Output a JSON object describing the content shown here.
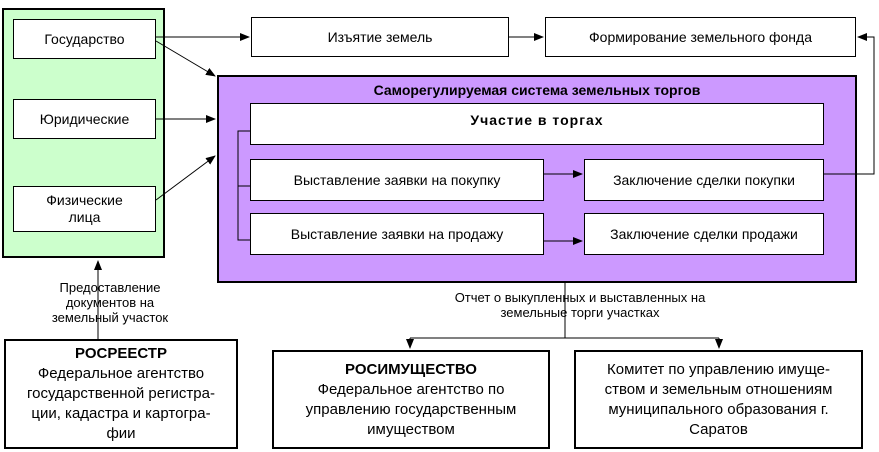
{
  "participants": {
    "state": "Государство",
    "legal": "Юридические",
    "physical": "Физические\nлица"
  },
  "top": {
    "seizure": "Изъятие земель",
    "fund": "Формирование земельного фонда"
  },
  "system": {
    "title": "Саморегулируемая система земельных торгов",
    "participation": "Участие в торгах",
    "bid_buy": "Выставление заявки на покупку",
    "bid_sell": "Выставление заявки на продажу",
    "deal_buy": "Заключение сделки покупки",
    "deal_sell": "Заключение сделки продажи"
  },
  "labels": {
    "documents": "Предоставление\nдокументов на\nземельный участок",
    "report": "Отчет о выкупленных и выставленных на\nземельные торги участках"
  },
  "agencies": {
    "rosreestr_title": "РОСРЕЕСТР",
    "rosreestr_desc": "Федеральное агентство\nгосударственной регистра-\nции, кадастра и картогра-\nфии",
    "rosimushchestvo_title": "РОСИМУЩЕСТВО",
    "rosimushchestvo_desc": "Федеральное агентство по\nуправлению государственным\nимуществом",
    "committee_desc": "Комитет по управлению имуще-\nством и земельным отношениям\nмуниципального образования г.\nСаратов"
  }
}
